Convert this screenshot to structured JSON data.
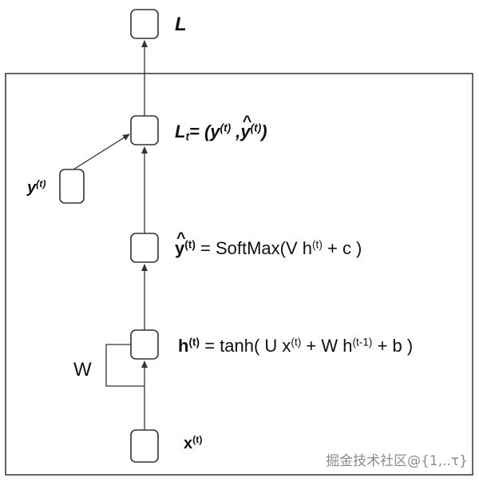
{
  "labels": {
    "loss_total": "L",
    "loss_t": {
      "L": "L",
      "t": "t",
      "rest": "= (y",
      "t1": "(t)",
      "comma": " ,",
      "y": "y",
      "t2": "(t)",
      "close": ")"
    },
    "y_input": {
      "y": "y",
      "t": "(t)"
    },
    "softmax": {
      "y": "y",
      "t": "(t)",
      "rest": " = SoftMax(V h",
      "t2": "(t)",
      "tail": " + c )"
    },
    "hidden": {
      "h": "h",
      "t": "(t)",
      "rest": " = tanh( U x",
      "t2": "(t)",
      "mid": " + W h",
      "tm1": "(t-1)",
      "tail": " + b )"
    },
    "w_loop": "W",
    "x_input": {
      "x": "x",
      "t": "(t)"
    }
  },
  "watermark": "掘金技术社区@{1,..τ}",
  "colors": {
    "stroke": "#333333",
    "text": "#111111",
    "background": "#ffffff"
  }
}
